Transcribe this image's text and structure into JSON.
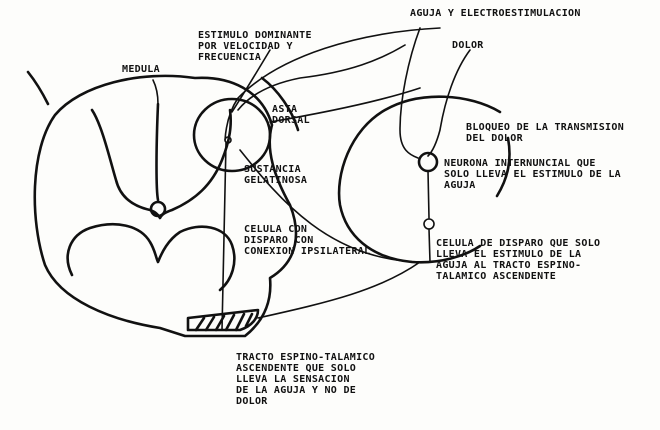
{
  "labels": {
    "aguja_electro": "AGUJA Y ELECTROESTIMULACION",
    "dolor": "DOLOR",
    "estimulo": [
      "ESTIMULO DOMINANTE",
      "POR VELOCIDAD Y",
      "FRECUENCIA"
    ],
    "medula": "MEDULA",
    "asta": [
      "ASTA",
      "DORSAL"
    ],
    "sustancia": [
      "SUSTANCIA",
      "GELATINOSA"
    ],
    "celula_disparo": [
      "CELULA CON",
      "DISPARO CON",
      "CONEXION IPSILATERAL"
    ],
    "bloqueo": [
      "BLOQUEO DE LA TRANSMISION",
      "DEL DOLOR"
    ],
    "neurona": [
      "NEURONA INTERNUNCIAL QUE",
      "SOLO LLEVA EL ESTIMULO DE LA",
      "AGUJA"
    ],
    "celula_solo": [
      "CELULA DE DISPARO QUE SOLO",
      "LLEVA EL ESTIMULO DE LA",
      "AGUJA AL TRACTO ESPINO-",
      "TALAMICO ASCENDENTE"
    ],
    "tracto": [
      "TRACTO ESPINO-TALAMICO",
      "ASCENDENTE QUE SOLO",
      "LLEVA LA SENSACION",
      "DE LA AGUJA Y NO DE",
      "DOLOR"
    ]
  }
}
